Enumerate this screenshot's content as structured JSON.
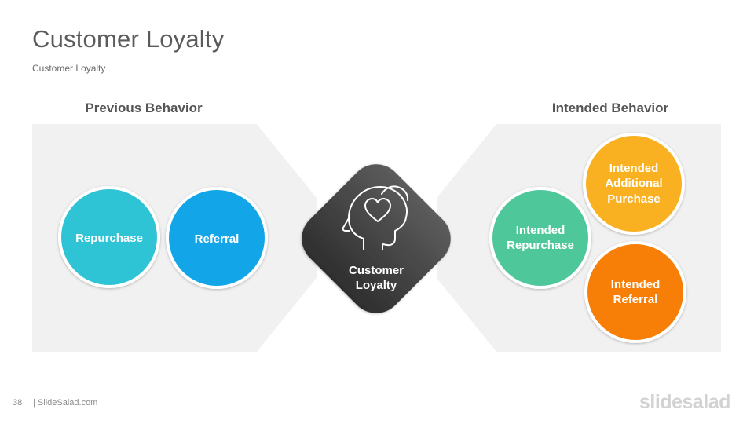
{
  "slide": {
    "title": "Customer Loyalty",
    "subtitle": "Customer  Loyalty"
  },
  "left_section": {
    "heading": "Previous Behavior",
    "items": [
      {
        "label": "Repurchase",
        "color": "#2ec4d6"
      },
      {
        "label": "Referral",
        "color": "#12a6e8"
      }
    ]
  },
  "center": {
    "label_line1": "Customer",
    "label_line2": "Loyalty",
    "icon": "head-heart-icon",
    "color_top": "#5c5c5c",
    "color_bottom": "#2e2e2e"
  },
  "right_section": {
    "heading": "Intended Behavior",
    "items": [
      {
        "lines": [
          "Intended",
          "Additional",
          "Purchase"
        ],
        "color": "#f9b122"
      },
      {
        "lines": [
          "Intended",
          "Repurchase"
        ],
        "color": "#4ec89a"
      },
      {
        "lines": [
          "Intended",
          "Referral"
        ],
        "color": "#f77f07"
      }
    ]
  },
  "panel_color": "#f1f1f1",
  "footer": {
    "page_number": "38",
    "site": "| SlideSalad.com",
    "logo": "slidesalad"
  }
}
